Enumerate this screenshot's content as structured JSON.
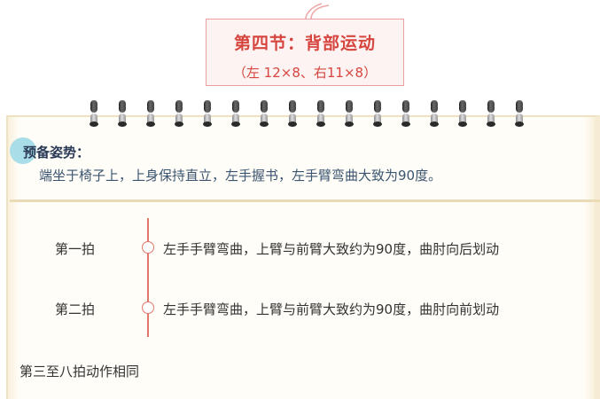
{
  "section": {
    "title": "第四节：背部运动",
    "reps": "（左 12×8、右11×8）"
  },
  "preparation": {
    "label": "预备姿势：",
    "text": "端坐于椅子上，上身保持直立，左手握书，左手臂弯曲大致为90度。"
  },
  "beats": [
    {
      "label": "第一拍",
      "text": "左手手臂弯曲，上臂与前臂大致约为90度，曲肘向后划动"
    },
    {
      "label": "第二拍",
      "text": "左手手臂弯曲，上臂与前臂大致约为90度，曲肘向前划动"
    }
  ],
  "footer": "第三至八拍动作相同",
  "colors": {
    "title": "#d6463f",
    "timeline": "#e3776b",
    "accent_circle": "#a9dde8",
    "paper": "#fffdf7"
  }
}
